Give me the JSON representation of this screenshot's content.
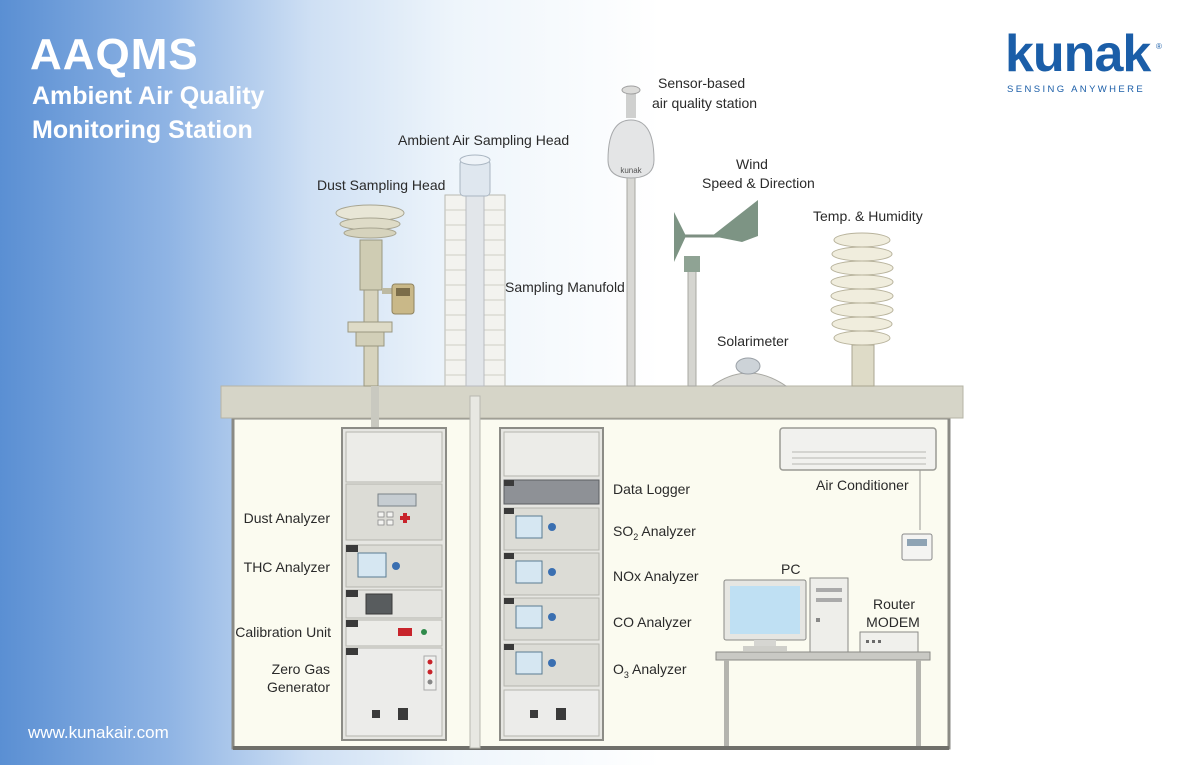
{
  "header": {
    "title": "AAQMS",
    "subtitle_line1": "Ambient Air Quality",
    "subtitle_line2": "Monitoring Station"
  },
  "brand": {
    "logo_text": "kunak",
    "tagline": "SENSING ANYWHERE",
    "reg_mark": "®",
    "color": "#1b5ea8"
  },
  "footer": {
    "url": "www.kunakair.com"
  },
  "labels": {
    "sensor_station_line1": "Sensor-based",
    "sensor_station_line2": "air quality station",
    "ambient_head": "Ambient Air Sampling Head",
    "dust_head": "Dust Sampling Head",
    "wind_line1": "Wind",
    "wind_line2": "Speed & Direction",
    "temp_humidity": "Temp. & Humidity",
    "sampling_manifold": "Sampling Manufold",
    "solarimeter": "Solarimeter",
    "data_logger": "Data Logger",
    "so2_prefix": "SO",
    "so2_sub": "2",
    "so2_suffix": " Analyzer",
    "nox": "NOx Analyzer",
    "co": "CO Analyzer",
    "o3_prefix": "O",
    "o3_sub": "3",
    "o3_suffix": " Analyzer",
    "dust_analyzer": "Dust Analyzer",
    "thc_analyzer": "THC Analyzer",
    "calibration_unit": "Calibration Unit",
    "zero_gas_line1": "Zero Gas",
    "zero_gas_line2": "Generator",
    "air_conditioner": "Air Conditioner",
    "pc": "PC",
    "router_line1": "Router",
    "router_line2": "MODEM",
    "station_brand": "kunak"
  }
}
